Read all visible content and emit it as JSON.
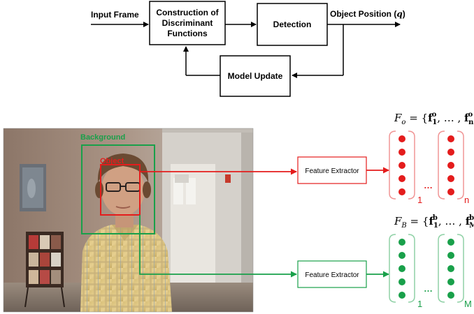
{
  "top_flow": {
    "input_label": "Input Frame",
    "construction_line1": "Construction of",
    "construction_line2": "Discriminant",
    "construction_line3": "Functions",
    "detection_label": "Detection",
    "output_label": "Object Position (",
    "output_var": "q",
    "output_close": ")",
    "model_update_label": "Model Update"
  },
  "photo": {
    "background_tag": "Background",
    "object_tag": "Object"
  },
  "feature_extractor_object": "Feature Extractor",
  "feature_extractor_background": "Feature Extractor",
  "object_features": {
    "formula_lhs": "F",
    "formula_lhs_sub": "o",
    "formula_rhs_open": " = {",
    "formula_f1": "f",
    "formula_f1_sup": "o",
    "formula_f1_sub": "1",
    "formula_mid": ", … , ",
    "formula_fn": "f",
    "formula_fn_sup": "o",
    "formula_fn_sub": "n",
    "formula_close": "}",
    "dots": "…",
    "index_first": "1",
    "index_last": "n",
    "color": "#e41c1c"
  },
  "background_features": {
    "formula_lhs": "F",
    "formula_lhs_sub": "B",
    "formula_rhs_open": " = {",
    "formula_f1": "f",
    "formula_f1_sup": "b",
    "formula_f1_sub": "1",
    "formula_mid": ", … , ",
    "formula_fn": "f",
    "formula_fn_sup": "b",
    "formula_fn_sub": "M",
    "formula_close": "}",
    "dots": "…",
    "index_first": "1",
    "index_last": "M",
    "color": "#19a04a"
  }
}
